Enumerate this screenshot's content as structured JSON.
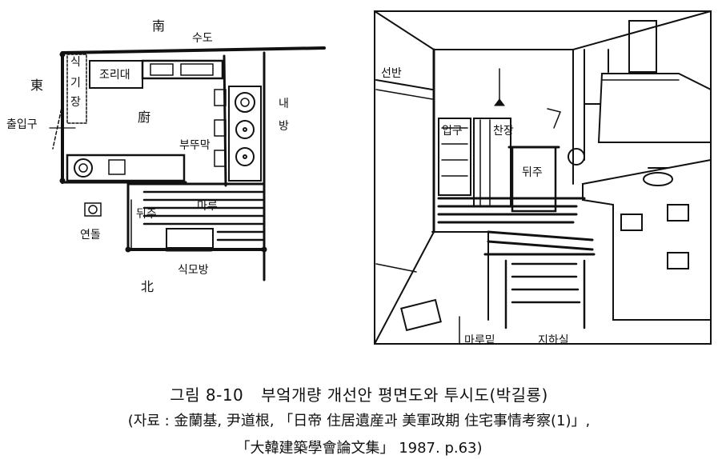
{
  "plan": {
    "south": "南",
    "north": "北",
    "east": "東",
    "waterway": "수도",
    "sink_area_chars": [
      "식",
      "기",
      "장"
    ],
    "counter": "조리대",
    "kitchen": "廚",
    "stove_pot": "부뚜막",
    "inner_room_chars": [
      "내",
      "방"
    ],
    "entrance": "출입구",
    "rear_yard": "뒤주",
    "maru": "마루",
    "chimney": "연돌",
    "maid_room": "식모방"
  },
  "perspective": {
    "shelf": "선반",
    "entrance": "입구",
    "cupboard": "찬장",
    "rear_yard": "뒤주",
    "under_maru": "마루밑",
    "basement": "지하실"
  },
  "caption": {
    "figure_no": "그림 8-10",
    "title": "부엌개량 개선안 평면도와 투시도(박길룡)",
    "source_line": "(자료 : 金蘭基,  尹道根, 「日帝 住居遺産과 美軍政期 住宅事情考察(1)」,",
    "source_line2": "「大韓建築學會論文集」 1987.  p.63)"
  }
}
